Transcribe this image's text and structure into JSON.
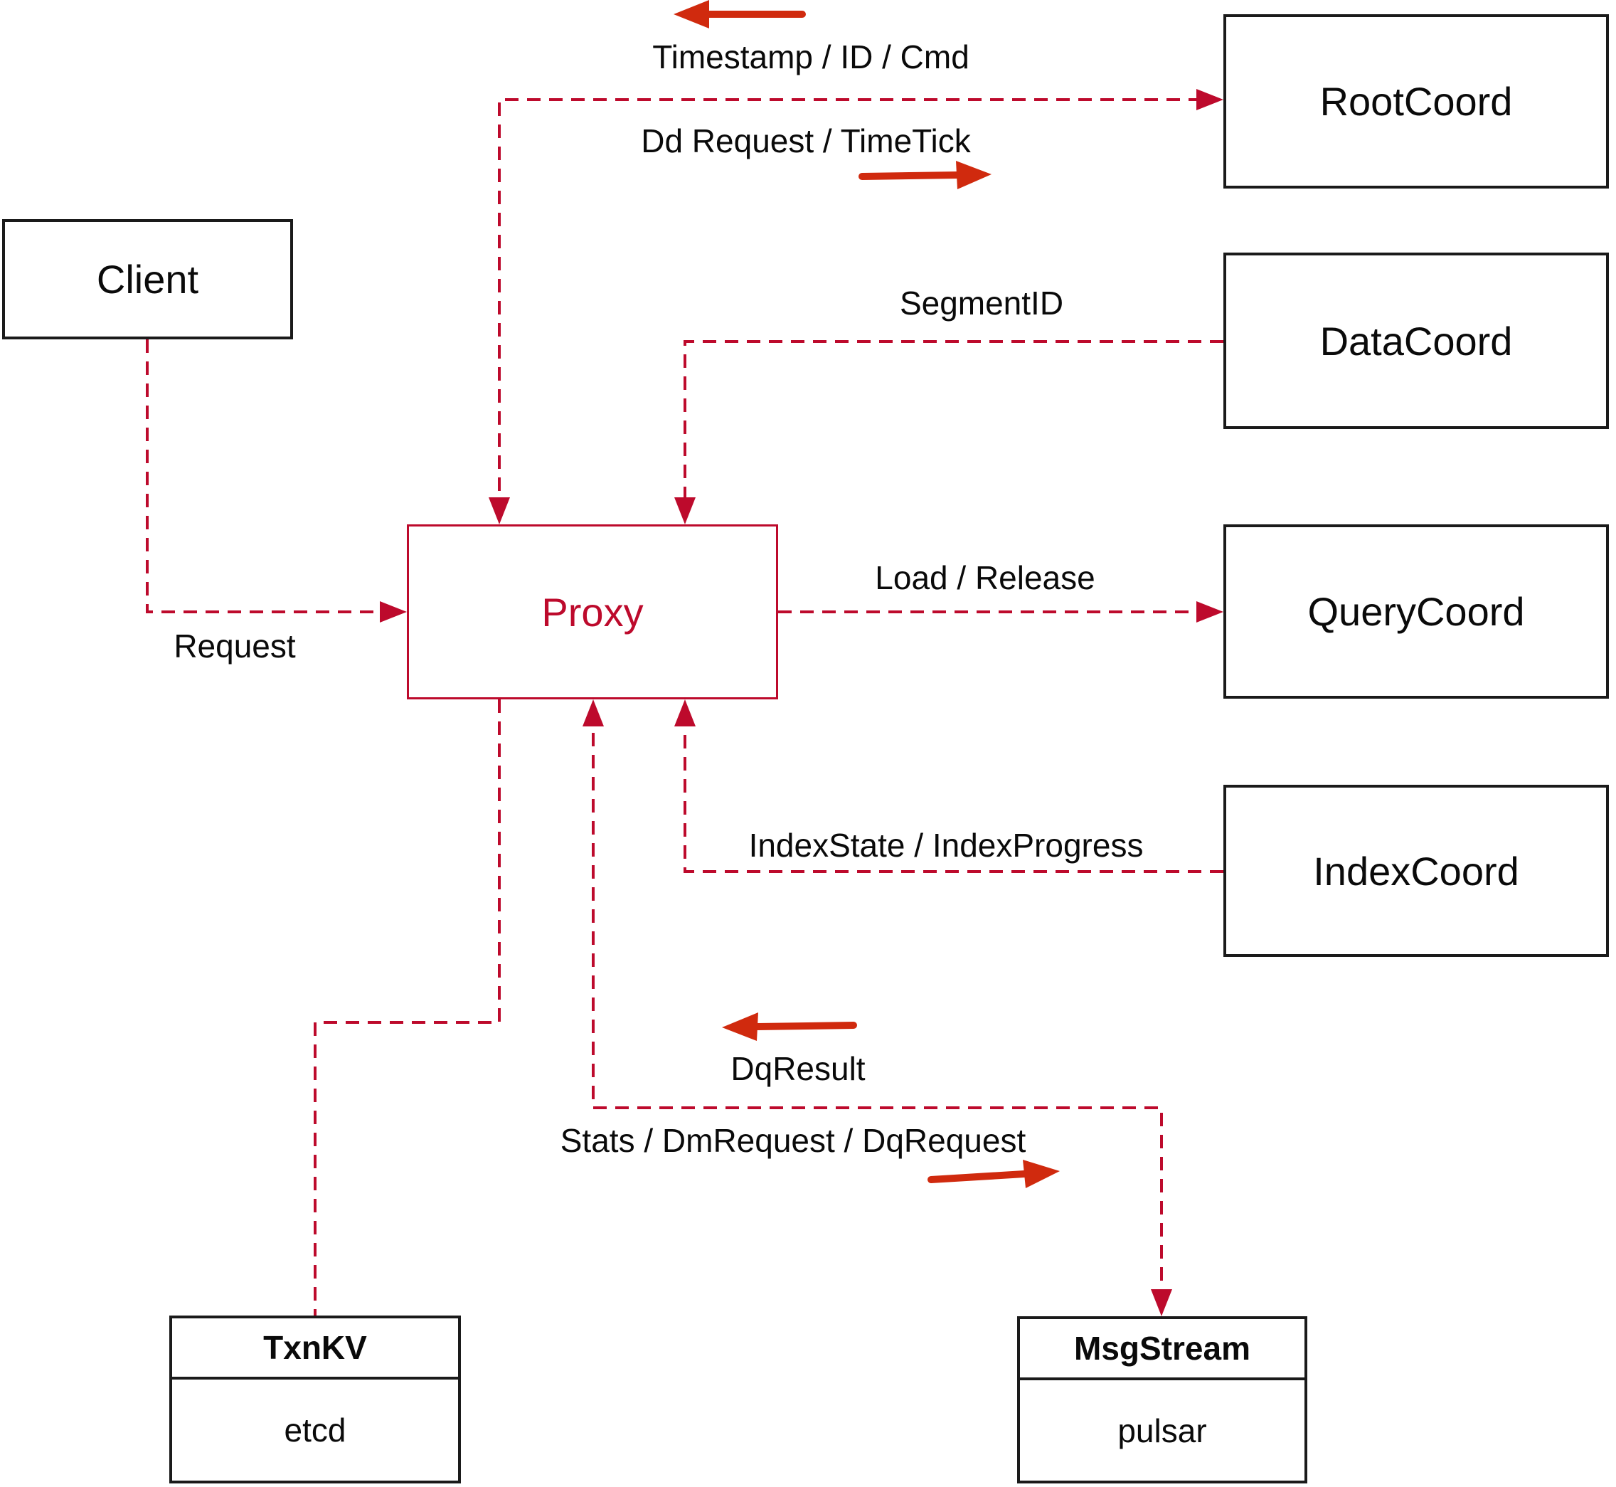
{
  "diagram": {
    "nodes": {
      "client": "Client",
      "root_coord": "RootCoord",
      "data_coord": "DataCoord",
      "query_coord": "QueryCoord",
      "index_coord": "IndexCoord",
      "proxy": "Proxy"
    },
    "stores": {
      "txnkv": {
        "title": "TxnKV",
        "body": "etcd"
      },
      "msgstream": {
        "title": "MsgStream",
        "body": "pulsar"
      }
    },
    "edges": {
      "request": "Request",
      "timestamp_id_cmd": "Timestamp / ID / Cmd",
      "dd_request_timetick": "Dd Request / TimeTick",
      "segment_id": "SegmentID",
      "load_release": "Load / Release",
      "index_state_progress": "IndexState / IndexProgress",
      "dq_result": "DqResult",
      "stats_dm_dq": "Stats / DmRequest / DqRequest"
    },
    "colors": {
      "path_red": "#bd0a2c",
      "arrow_red": "#d02a0e",
      "box_border": "#1a1a1a",
      "text": "#0a0a0a",
      "background": "#ffffff"
    }
  }
}
